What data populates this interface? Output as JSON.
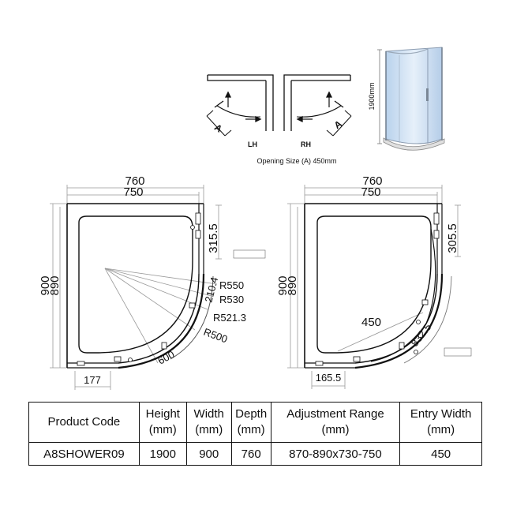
{
  "opening": {
    "lh_label": "LH",
    "rh_label": "RH",
    "a_label": "A",
    "caption": "Opening Size (A) 450mm",
    "height_label": "1900mm"
  },
  "left_plan": {
    "outer_width": "760",
    "inner_width": "750",
    "outer_depth": "900",
    "inner_depth": "890",
    "side_dim": "315.5",
    "r1": "R550",
    "r2": "R530",
    "r3": "R521.3",
    "r4": "R500",
    "d210": "210.4",
    "d600": "600",
    "d177": "177"
  },
  "right_plan": {
    "outer_width": "760",
    "inner_width": "750",
    "outer_depth": "900",
    "inner_depth": "890",
    "side_dim": "305.5",
    "diag": "450",
    "arc": "832.5",
    "bottom": "165.5"
  },
  "table": {
    "headers": [
      "Product Code",
      "Height\n(mm)",
      "Width\n(mm)",
      "Depth\n(mm)",
      "Adjustment Range\n(mm)",
      "Entry Width\n(mm)"
    ],
    "row": [
      "A8SHOWER09",
      "1900",
      "900",
      "760",
      "870-890x730-750",
      "450"
    ]
  },
  "colors": {
    "glass": "#cfe0f2",
    "line": "#111111",
    "dim_line": "#888888"
  }
}
